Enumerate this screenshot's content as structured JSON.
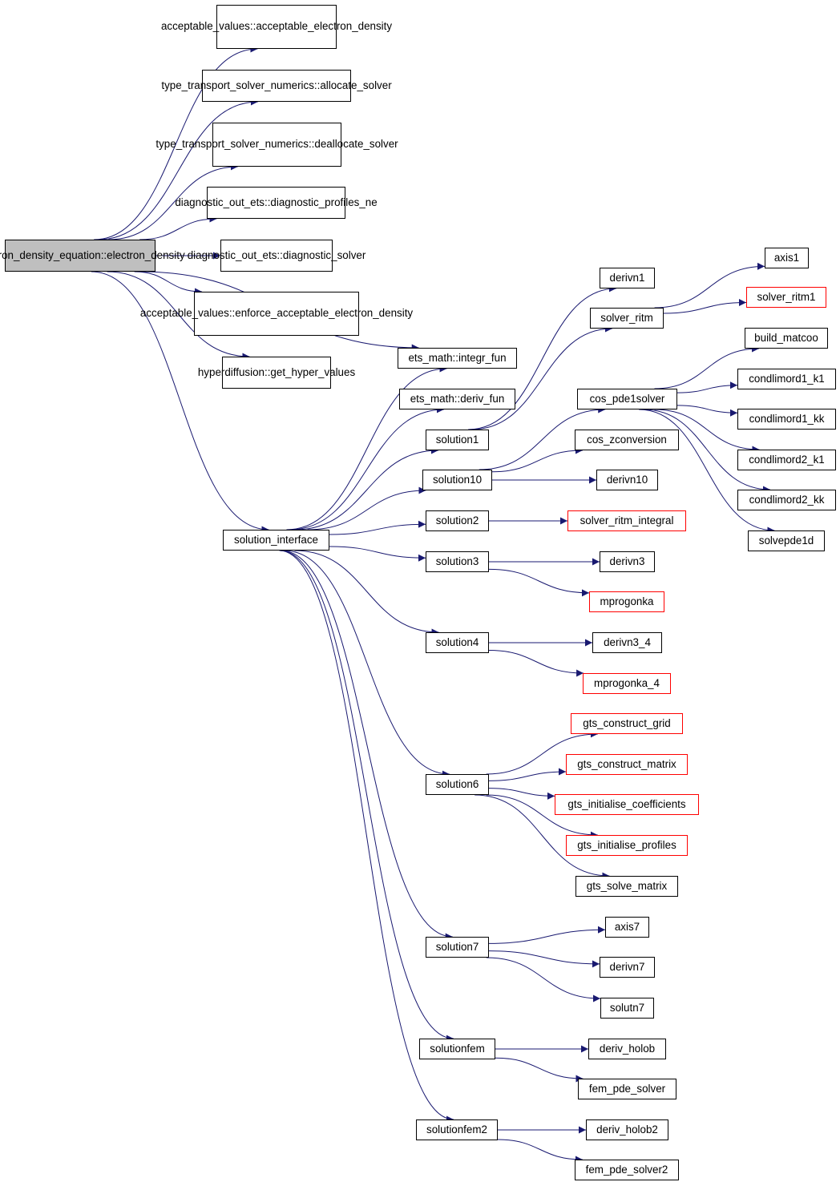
{
  "colors": {
    "edge": "#191970",
    "node_border": "#000000",
    "external_border": "#ff0000",
    "root_fill": "#bfbfbf"
  },
  "nodes": {
    "root": {
      "lines": [
        "electron_density_equation",
        "::electron_density"
      ]
    },
    "n1": {
      "lines": [
        "acceptable_values::",
        "acceptable_electron",
        "_density"
      ]
    },
    "n2": {
      "lines": [
        "type_transport_solver",
        "_numerics::allocate_solver"
      ]
    },
    "n3": {
      "lines": [
        "type_transport_solver",
        "_numerics::deallocate",
        "_solver"
      ]
    },
    "n4": {
      "lines": [
        "diagnostic_out_ets",
        "::diagnostic_profiles_ne"
      ]
    },
    "n5": {
      "lines": [
        "diagnostic_out_ets",
        "::diagnostic_solver"
      ]
    },
    "n6": {
      "lines": [
        "acceptable_values::",
        "enforce_acceptable_electron",
        "_density"
      ]
    },
    "n7": {
      "lines": [
        "hyperdiffusion::get",
        "_hyper_values"
      ]
    },
    "integr": {
      "lines": [
        "ets_math::integr_fun"
      ]
    },
    "deriv": {
      "lines": [
        "ets_math::deriv_fun"
      ]
    },
    "si": {
      "lines": [
        "solution_interface"
      ]
    },
    "s1": {
      "lines": [
        "solution1"
      ]
    },
    "s10": {
      "lines": [
        "solution10"
      ]
    },
    "s2": {
      "lines": [
        "solution2"
      ]
    },
    "s3": {
      "lines": [
        "solution3"
      ]
    },
    "s4": {
      "lines": [
        "solution4"
      ]
    },
    "s6": {
      "lines": [
        "solution6"
      ]
    },
    "s7": {
      "lines": [
        "solution7"
      ]
    },
    "sfem": {
      "lines": [
        "solutionfem"
      ]
    },
    "sfem2": {
      "lines": [
        "solutionfem2"
      ]
    },
    "derivn1": {
      "lines": [
        "derivn1"
      ]
    },
    "ritm": {
      "lines": [
        "solver_ritm"
      ]
    },
    "cos": {
      "lines": [
        "cos_pde1solver"
      ]
    },
    "cosz": {
      "lines": [
        "cos_zconversion"
      ]
    },
    "derivn10": {
      "lines": [
        "derivn10"
      ]
    },
    "ritmint": {
      "lines": [
        "solver_ritm_integral"
      ]
    },
    "derivn3": {
      "lines": [
        "derivn3"
      ]
    },
    "mprog": {
      "lines": [
        "mprogonka"
      ]
    },
    "derivn34": {
      "lines": [
        "derivn3_4"
      ]
    },
    "mprog4": {
      "lines": [
        "mprogonka_4"
      ]
    },
    "gtsgrid": {
      "lines": [
        "gts_construct_grid"
      ]
    },
    "gtsmatrix": {
      "lines": [
        "gts_construct_matrix"
      ]
    },
    "gtscoef": {
      "lines": [
        "gts_initialise_coefficients"
      ]
    },
    "gtsprof": {
      "lines": [
        "gts_initialise_profiles"
      ]
    },
    "gtssolve": {
      "lines": [
        "gts_solve_matrix"
      ]
    },
    "axis7": {
      "lines": [
        "axis7"
      ]
    },
    "derivn7": {
      "lines": [
        "derivn7"
      ]
    },
    "solutn7": {
      "lines": [
        "solutn7"
      ]
    },
    "holob": {
      "lines": [
        "deriv_holob"
      ]
    },
    "fem": {
      "lines": [
        "fem_pde_solver"
      ]
    },
    "holob2": {
      "lines": [
        "deriv_holob2"
      ]
    },
    "fem2": {
      "lines": [
        "fem_pde_solver2"
      ]
    },
    "axis1": {
      "lines": [
        "axis1"
      ]
    },
    "ritm1": {
      "lines": [
        "solver_ritm1"
      ]
    },
    "build": {
      "lines": [
        "build_matcoo"
      ]
    },
    "c1k1": {
      "lines": [
        "condlimord1_k1"
      ]
    },
    "c1kk": {
      "lines": [
        "condlimord1_kk"
      ]
    },
    "c2k1": {
      "lines": [
        "condlimord2_k1"
      ]
    },
    "c2kk": {
      "lines": [
        "condlimord2_kk"
      ]
    },
    "solvepde": {
      "lines": [
        "solvepde1d"
      ]
    }
  },
  "external_nodes": [
    "ritm1",
    "ritmint",
    "mprog",
    "mprog4",
    "gtsgrid",
    "gtsmatrix",
    "gtscoef",
    "gtsprof"
  ],
  "edges": [
    [
      "root",
      "n1"
    ],
    [
      "root",
      "n2"
    ],
    [
      "root",
      "n3"
    ],
    [
      "root",
      "n4"
    ],
    [
      "root",
      "n5"
    ],
    [
      "root",
      "n6"
    ],
    [
      "root",
      "n7"
    ],
    [
      "root",
      "integr"
    ],
    [
      "root",
      "si"
    ],
    [
      "si",
      "integr"
    ],
    [
      "si",
      "deriv"
    ],
    [
      "si",
      "s1"
    ],
    [
      "si",
      "s10"
    ],
    [
      "si",
      "s2"
    ],
    [
      "si",
      "s3"
    ],
    [
      "si",
      "s4"
    ],
    [
      "si",
      "s6"
    ],
    [
      "si",
      "s7"
    ],
    [
      "si",
      "sfem"
    ],
    [
      "si",
      "sfem2"
    ],
    [
      "s1",
      "derivn1"
    ],
    [
      "s1",
      "ritm"
    ],
    [
      "ritm",
      "axis1"
    ],
    [
      "ritm",
      "ritm1"
    ],
    [
      "s10",
      "cos"
    ],
    [
      "s10",
      "cosz"
    ],
    [
      "s10",
      "derivn10"
    ],
    [
      "cos",
      "build"
    ],
    [
      "cos",
      "c1k1"
    ],
    [
      "cos",
      "c1kk"
    ],
    [
      "cos",
      "c2k1"
    ],
    [
      "cos",
      "c2kk"
    ],
    [
      "cos",
      "solvepde"
    ],
    [
      "s2",
      "ritmint"
    ],
    [
      "s3",
      "derivn3"
    ],
    [
      "s3",
      "mprog"
    ],
    [
      "s4",
      "derivn34"
    ],
    [
      "s4",
      "mprog4"
    ],
    [
      "s6",
      "gtsgrid"
    ],
    [
      "s6",
      "gtsmatrix"
    ],
    [
      "s6",
      "gtscoef"
    ],
    [
      "s6",
      "gtsprof"
    ],
    [
      "s6",
      "gtssolve"
    ],
    [
      "s7",
      "axis7"
    ],
    [
      "s7",
      "derivn7"
    ],
    [
      "s7",
      "solutn7"
    ],
    [
      "sfem",
      "holob"
    ],
    [
      "sfem",
      "fem"
    ],
    [
      "sfem2",
      "holob2"
    ],
    [
      "sfem2",
      "fem2"
    ]
  ]
}
